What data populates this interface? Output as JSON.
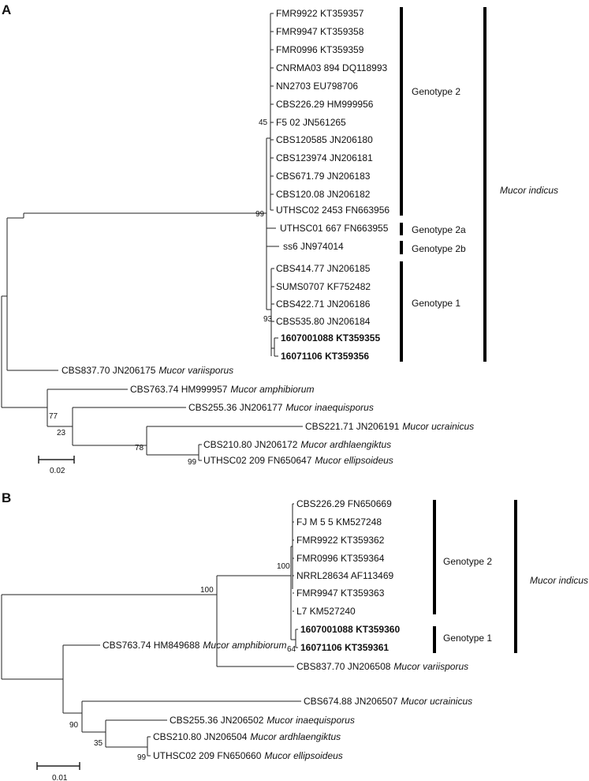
{
  "panel_a": {
    "label": "A",
    "taxa": [
      {
        "id": "FMR9922 KT359357",
        "bold": false
      },
      {
        "id": "FMR9947 KT359358",
        "bold": false
      },
      {
        "id": "FMR0996 KT359359",
        "bold": false
      },
      {
        "id": "CNRMA03 894 DQ118993",
        "bold": false
      },
      {
        "id": "NN2703 EU798706",
        "bold": false
      },
      {
        "id": "CBS226.29 HM999956",
        "bold": false
      },
      {
        "id": "F5 02 JN561265",
        "bold": false
      },
      {
        "id": "CBS120585 JN206180",
        "bold": false
      },
      {
        "id": "CBS123974 JN206181",
        "bold": false
      },
      {
        "id": "CBS671.79 JN206183",
        "bold": false
      },
      {
        "id": "CBS120.08 JN206182",
        "bold": false
      },
      {
        "id": "UTHSC02 2453 FN663956",
        "bold": false
      },
      {
        "id": "UTHSC01 667 FN663955",
        "bold": false
      },
      {
        "id": "ss6 JN974014",
        "bold": false
      },
      {
        "id": "CBS414.77 JN206185",
        "bold": false
      },
      {
        "id": "SUMS0707 KF752482",
        "bold": false
      },
      {
        "id": "CBS422.71 JN206186",
        "bold": false
      },
      {
        "id": "CBS535.80 JN206184",
        "bold": false
      },
      {
        "id": "1607001088 KT359355",
        "bold": true
      },
      {
        "id": "16071106 KT359356",
        "bold": true
      },
      {
        "id": "CBS837.70 JN206175",
        "species": "Mucor variisporus",
        "bold": false
      },
      {
        "id": "CBS763.74 HM999957",
        "species": "Mucor amphibiorum",
        "bold": false
      },
      {
        "id": "CBS255.36 JN206177",
        "species": "Mucor inaequisporus",
        "bold": false
      },
      {
        "id": "CBS221.71 JN206191",
        "species": "Mucor ucrainicus",
        "bold": false
      },
      {
        "id": "CBS210.80 JN206172",
        "species": "Mucor ardhlaengiktus",
        "bold": false
      },
      {
        "id": "UTHSC02 209 FN650647",
        "species": "Mucor ellipsoideus",
        "bold": false
      }
    ],
    "bootstrap": [
      "45",
      "99",
      "93",
      "77",
      "23",
      "78",
      "99"
    ],
    "groups": [
      "Genotype 2",
      "Genotype 2a",
      "Genotype 2b",
      "Genotype 1"
    ],
    "species_label": "Mucor indicus",
    "scale": "0.02"
  },
  "panel_b": {
    "label": "B",
    "taxa": [
      {
        "id": "CBS226.29 FN650669",
        "bold": false
      },
      {
        "id": "FJ M 5 5 KM527248",
        "bold": false
      },
      {
        "id": "FMR9922 KT359362",
        "bold": false
      },
      {
        "id": "FMR0996 KT359364",
        "bold": false
      },
      {
        "id": "NRRL28634 AF113469",
        "bold": false
      },
      {
        "id": "FMR9947 KT359363",
        "bold": false
      },
      {
        "id": "L7 KM527240",
        "bold": false
      },
      {
        "id": "1607001088 KT359360",
        "bold": true
      },
      {
        "id": "16071106 KT359361",
        "bold": true
      },
      {
        "id": "CBS837.70 JN206508",
        "species": "Mucor variisporus",
        "bold": false
      },
      {
        "id": "CBS763.74 HM849688",
        "species": "Mucor amphibiorum",
        "bold": false
      },
      {
        "id": "CBS674.88 JN206507",
        "species": "Mucor ucrainicus",
        "bold": false
      },
      {
        "id": "CBS255.36 JN206502",
        "species": "Mucor inaequisporus",
        "bold": false
      },
      {
        "id": "CBS210.80 JN206504",
        "species": "Mucor ardhlaengiktus",
        "bold": false
      },
      {
        "id": "UTHSC02 209 FN650660",
        "species": "Mucor ellipsoideus",
        "bold": false
      }
    ],
    "bootstrap": [
      "100",
      "100",
      "64",
      "90",
      "35",
      "99"
    ],
    "groups": [
      "Genotype 2",
      "Genotype 1"
    ],
    "species_label": "Mucor indicus",
    "scale": "0.01"
  }
}
